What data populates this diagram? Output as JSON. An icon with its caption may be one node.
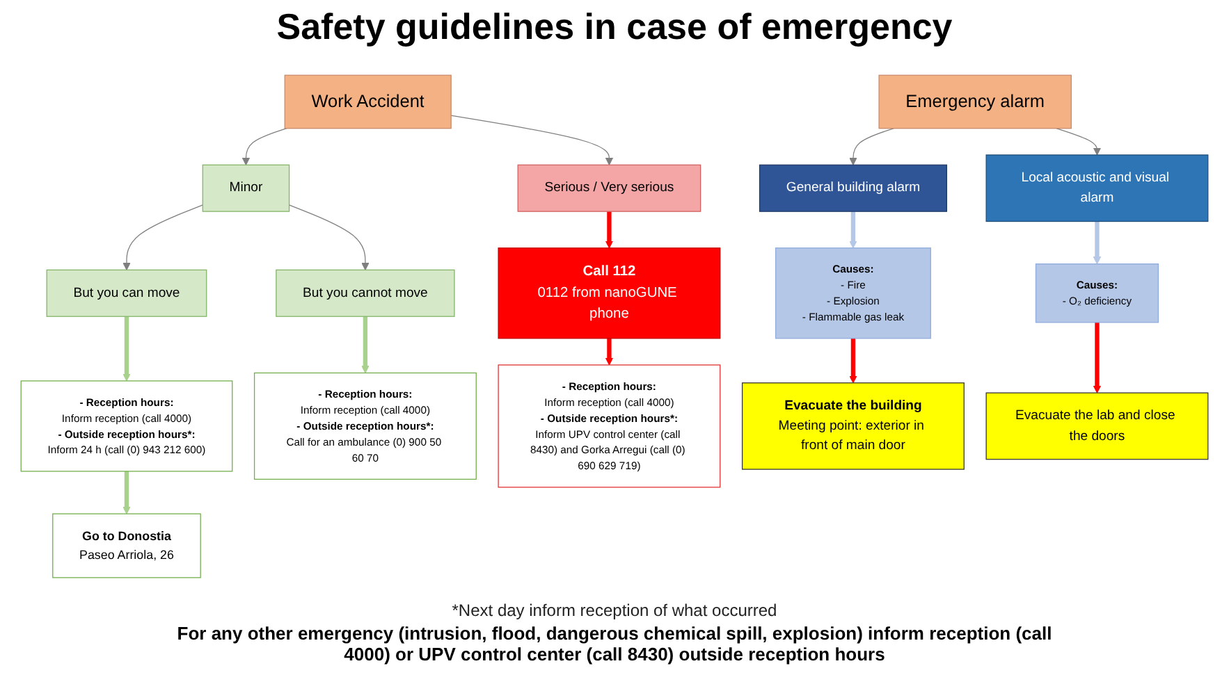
{
  "diagram": {
    "title": "Safety guidelines in case of emergency",
    "nodes": [
      {
        "text": [
          "Work Accident"
        ]
      },
      {
        "text": [
          "Minor"
        ]
      },
      {
        "text": [
          "Serious / Very serious"
        ]
      },
      {
        "text": [
          "But you can move"
        ]
      },
      {
        "text": [
          "But you cannot move"
        ]
      },
      {
        "text": [
          "- Reception hours:",
          "Inform reception (call 4000)",
          "- Outside reception hours*:",
          "Inform 24 h (call (0) 943 212 600)"
        ]
      },
      {
        "text": [
          "- Reception hours:",
          "Inform reception (call 4000)",
          "- Outside reception hours*:",
          "Call for an ambulance (0) 900 50 60 70"
        ]
      },
      {
        "text": [
          "Go to Donostia",
          "Paseo Arriola, 26"
        ]
      },
      {
        "text": [
          "Call 112",
          "0112 from nanoGUNE phone"
        ]
      },
      {
        "text": [
          "- Reception hours:",
          "Inform reception (call 4000)",
          "- Outside reception hours*:",
          "Inform UPV control center (call 8430) and Gorka Arregui (call (0) 690 629 719)"
        ]
      },
      {
        "text": [
          "Emergency alarm"
        ]
      },
      {
        "text": [
          "General building alarm"
        ]
      },
      {
        "text": [
          "Local acoustic and visual alarm"
        ]
      },
      {
        "text": [
          "Causes:",
          "- Fire",
          "- Explosion",
          "- Flammable gas leak"
        ]
      },
      {
        "text": [
          "Causes:",
          "- O₂ deficiency"
        ]
      },
      {
        "text": [
          "Evacuate the building",
          "Meeting point: exterior in front of main door"
        ]
      },
      {
        "text": [
          "Evacuate the lab and close the doors"
        ]
      }
    ],
    "edges": [
      {
        "from": 0,
        "to": 1,
        "arrow": "to"
      },
      {
        "from": 0,
        "to": 2,
        "arrow": "to"
      },
      {
        "from": 1,
        "to": 3,
        "arrow": "to"
      },
      {
        "from": 1,
        "to": 4,
        "arrow": "to"
      },
      {
        "from": 3,
        "to": 5,
        "arrow": "to",
        "color": "#a9d18e"
      },
      {
        "from": 4,
        "to": 6,
        "arrow": "to",
        "color": "#a9d18e"
      },
      {
        "from": 5,
        "to": 7,
        "arrow": "to",
        "color": "#a9d18e"
      },
      {
        "from": 2,
        "to": 8,
        "arrow": "to",
        "color": "#ff0000"
      },
      {
        "from": 8,
        "to": 9,
        "arrow": "to",
        "color": "#ff0000"
      },
      {
        "from": 10,
        "to": 11,
        "arrow": "to"
      },
      {
        "from": 10,
        "to": 12,
        "arrow": "to"
      },
      {
        "from": 11,
        "to": 13,
        "arrow": "to",
        "color": "#b4c7e7"
      },
      {
        "from": 12,
        "to": 14,
        "arrow": "to",
        "color": "#b4c7e7"
      },
      {
        "from": 13,
        "to": 15,
        "arrow": "to",
        "color": "#ff0000"
      },
      {
        "from": 14,
        "to": 16,
        "arrow": "to",
        "color": "#ff0000"
      }
    ],
    "labels": [
      "*Next day inform reception of what occurred",
      "For any other emergency (intrusion, flood, dangerous chemical spill, explosion) inform reception (call 4000) or UPV control center (call 8430) outside reception hours"
    ]
  }
}
